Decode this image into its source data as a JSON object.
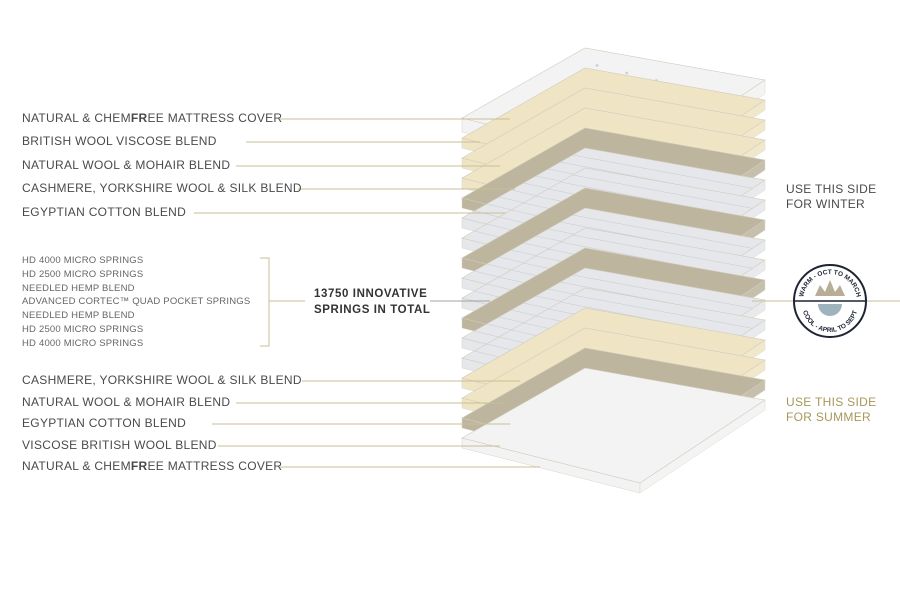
{
  "top_labels": [
    {
      "pre": "NATURAL & CHEM",
      "bold": "FR",
      "post": "EE MATTRESS COVER"
    },
    {
      "pre": "BRITISH WOOL VISCOSE BLEND",
      "bold": "",
      "post": ""
    },
    {
      "pre": "NATURAL WOOL & MOHAIR BLEND",
      "bold": "",
      "post": ""
    },
    {
      "pre": "CASHMERE, YORKSHIRE WOOL & SILK BLEND",
      "bold": "",
      "post": ""
    },
    {
      "pre": "EGYPTIAN COTTON BLEND",
      "bold": "",
      "post": ""
    }
  ],
  "core_labels": [
    "HD 4000 MICRO SPRINGS",
    "HD 2500 MICRO SPRINGS",
    "NEEDLED HEMP BLEND",
    "ADVANCED CORTEC™ QUAD POCKET SPRINGS",
    "NEEDLED HEMP BLEND",
    "HD 2500 MICRO SPRINGS",
    "HD 4000 MICRO SPRINGS"
  ],
  "springs_total": {
    "line1": "13750 INNOVATIVE",
    "line2": "SPRINGS IN TOTAL"
  },
  "bottom_labels": [
    {
      "pre": "CASHMERE, YORKSHIRE WOOL & SILK BLEND",
      "bold": "",
      "post": ""
    },
    {
      "pre": "NATURAL WOOL & MOHAIR BLEND",
      "bold": "",
      "post": ""
    },
    {
      "pre": "EGYPTIAN COTTON BLEND",
      "bold": "",
      "post": ""
    },
    {
      "pre": "VISCOSE BRITISH WOOL BLEND",
      "bold": "",
      "post": ""
    },
    {
      "pre": "NATURAL & CHEM",
      "bold": "FR",
      "post": "EE MATTRESS COVER"
    }
  ],
  "winter": {
    "line1": "USE THIS SIDE",
    "line2": "FOR WINTER"
  },
  "summer": {
    "line1": "USE THIS SIDE",
    "line2": "FOR SUMMER"
  },
  "badge": {
    "top": "WARM - OCT TO MARCH",
    "bottom": "COOL - APRIL TO SEPT",
    "top_icon": "snowflake-icon",
    "bottom_icon": "sun-icon"
  },
  "colors": {
    "line": "#c9bf95",
    "cream": "#efe4c4",
    "beige": "#bdb59e",
    "spring": "#e6e7ea",
    "cover": "#f3f3f3",
    "summer": "#a8975a"
  }
}
